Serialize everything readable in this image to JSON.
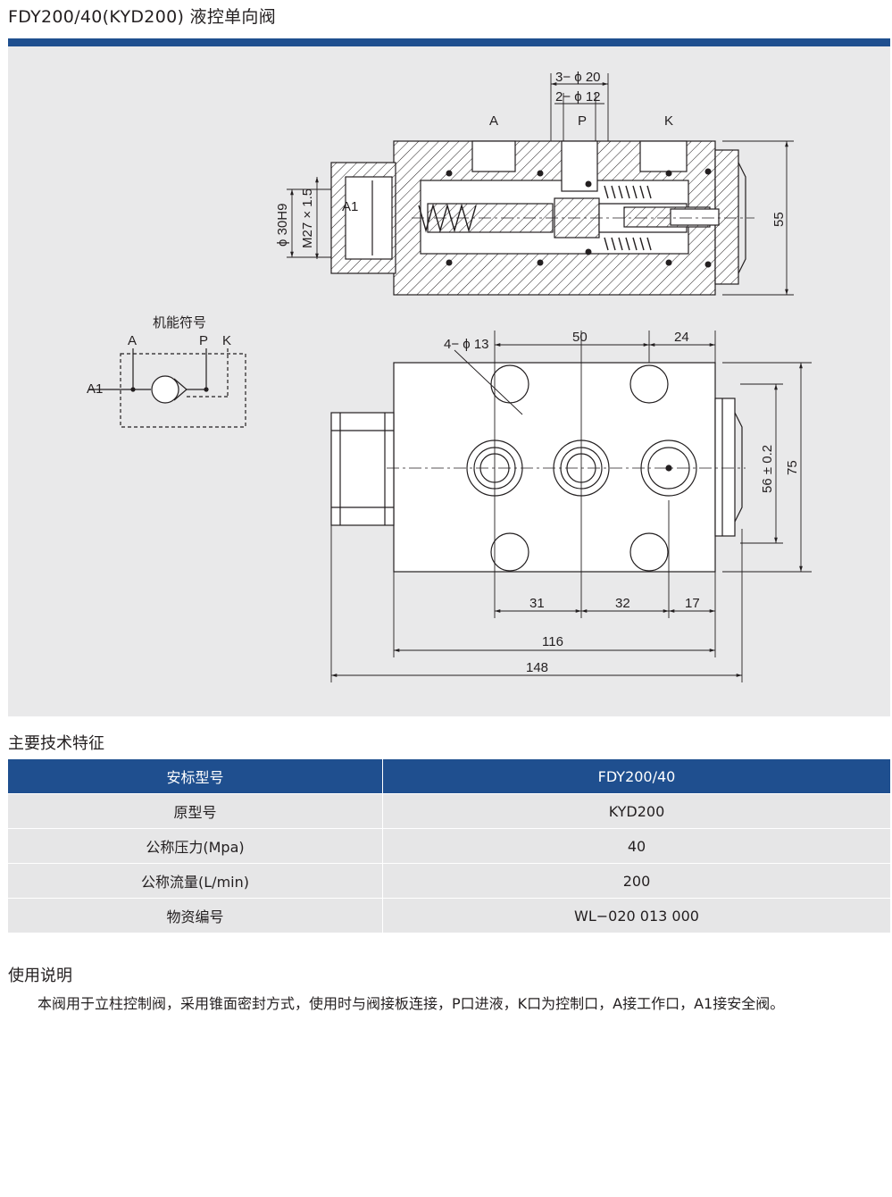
{
  "title": "FDY200/40(KYD200) 液控单向阀",
  "colors": {
    "brand_blue": "#1f4f8f",
    "panel_gray": "#e9e9ea",
    "row_gray": "#e6e6e7"
  },
  "drawing": {
    "section_view": {
      "port_a": "A",
      "port_p": "P",
      "port_k": "K",
      "port_a1": "A1",
      "dim_3phi20": "3− ϕ 20",
      "dim_2phi12": "2− ϕ 12",
      "dim_phi30h9": "ϕ 30H9",
      "dim_m27": "M27 × 1.5",
      "dim_55": "55"
    },
    "symbol": {
      "title": "机能符号",
      "port_a": "A",
      "port_p": "P",
      "port_k": "K",
      "port_a1": "A1"
    },
    "plan_view": {
      "dim_4phi13": "4− ϕ 13",
      "dim_50": "50",
      "dim_24": "24",
      "dim_56": "56 ± 0.2",
      "dim_75": "75",
      "dim_31": "31",
      "dim_32": "32",
      "dim_17": "17",
      "dim_116": "116",
      "dim_148": "148"
    }
  },
  "specs": {
    "heading": "主要技术特征",
    "header": [
      "安标型号",
      "FDY200/40"
    ],
    "rows": [
      [
        "原型号",
        "KYD200"
      ],
      [
        "公称压力(Mpa)",
        "40"
      ],
      [
        "公称流量(L/min)",
        "200"
      ],
      [
        "物资编号",
        "WL−020 013 000"
      ]
    ]
  },
  "usage": {
    "heading": "使用说明",
    "text": "本阀用于立柱控制阀，采用锥面密封方式，使用时与阀接板连接，P口进液，K口为控制口，A接工作口，A1接安全阀。"
  }
}
